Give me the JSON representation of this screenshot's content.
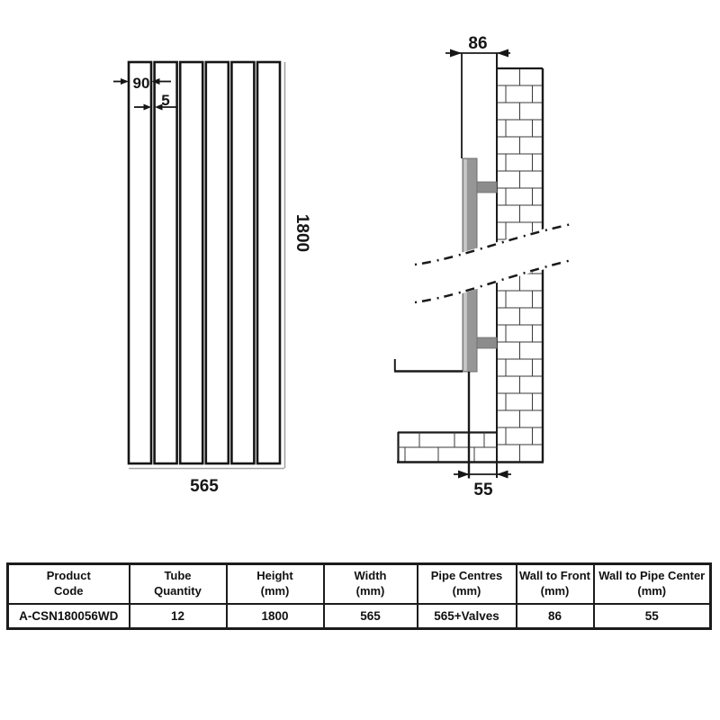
{
  "front_view": {
    "labels": {
      "tube_width": "90",
      "tube_gap": "5",
      "height": "1800",
      "width": "565"
    }
  },
  "side_view": {
    "labels": {
      "wall_to_front": "86",
      "wall_to_pipe_center": "55"
    }
  },
  "spec_table": {
    "columns": [
      {
        "header_line1": "Product",
        "header_line2": "Code",
        "value": "A-CSN180056WD"
      },
      {
        "header_line1": "Tube",
        "header_line2": "Quantity",
        "value": "12"
      },
      {
        "header_line1": "Height",
        "header_line2": "(mm)",
        "value": "1800"
      },
      {
        "header_line1": "Width",
        "header_line2": "(mm)",
        "value": "565"
      },
      {
        "header_line1": "Pipe Centres",
        "header_line2": "(mm)",
        "value": "565+Valves"
      },
      {
        "header_line1": "Wall to Front",
        "header_line2": "(mm)",
        "value": "86"
      },
      {
        "header_line1": "Wall to Pipe Center",
        "header_line2": "(mm)",
        "value": "55"
      }
    ]
  },
  "colors": {
    "line": "#1a1a1a",
    "brick_line": "#383838",
    "dim_gray": "#a3a3a3",
    "radiator_gray": "#969696",
    "radiator_highlight": "#c8c8c8",
    "bracket_gray": "#8c8c8c",
    "background": "#ffffff"
  }
}
